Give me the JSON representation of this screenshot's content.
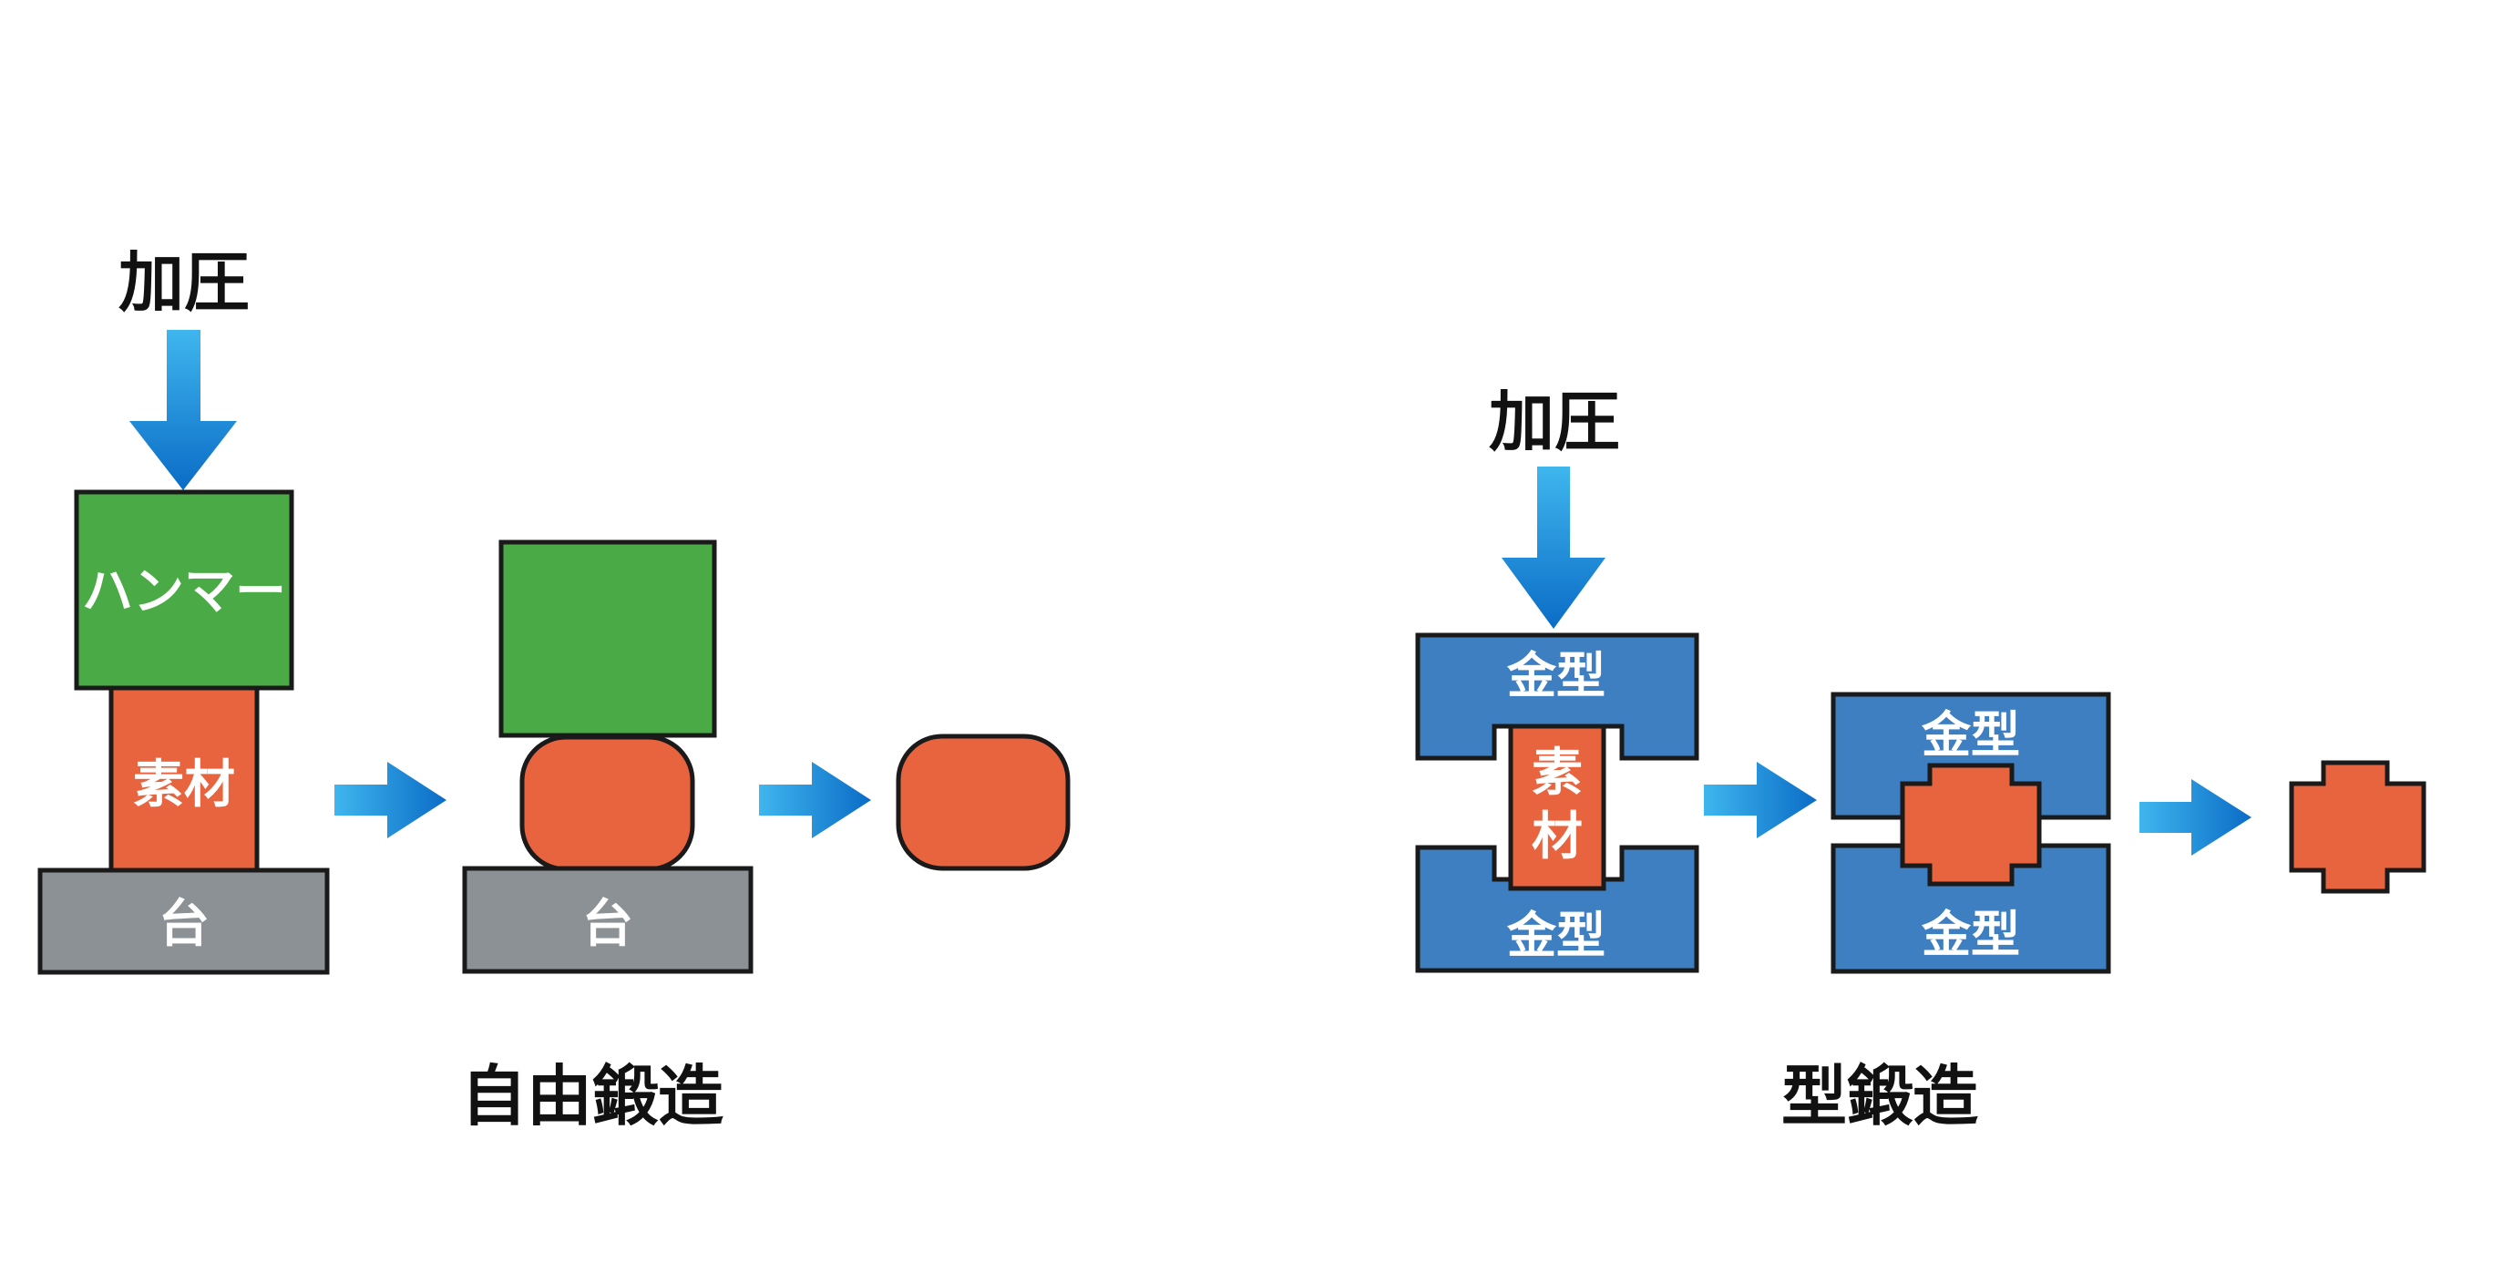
{
  "free_forging": {
    "press_label": "加圧",
    "hammer_label": "ハンマー",
    "material_label": "素材",
    "base_label": "台",
    "base_label_step2": "台",
    "caption": "自由鍛造"
  },
  "die_forging": {
    "press_label": "加圧",
    "upper_die_label": "金型",
    "lower_die_label": "金型",
    "material_label_1": "素",
    "material_label_2": "材",
    "upper_die_label_step2": "金型",
    "lower_die_label_step2": "金型",
    "caption": "型鍛造"
  },
  "colors": {
    "hammer": "#4aab46",
    "material": "#e8643f",
    "base": "#8c9195",
    "die": "#3e7fc2",
    "arrow": "#1e8ad6",
    "outline": "#1a1a1a"
  }
}
